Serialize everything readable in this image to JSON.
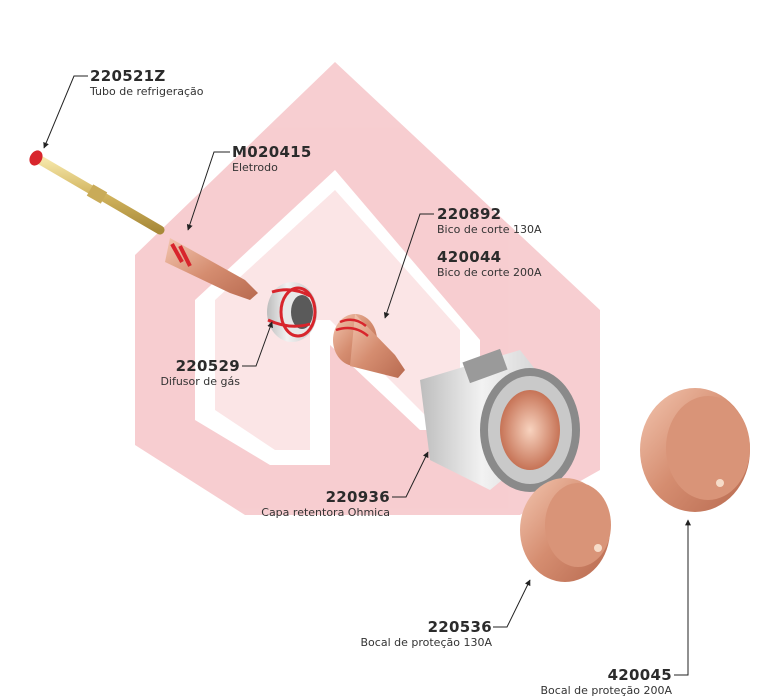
{
  "colors": {
    "watermark": "#f4b8bc",
    "copper": "#d9957a",
    "brass": "#d8c070",
    "seal": "#d8252c",
    "gray": "#d9d9d9"
  },
  "parts": [
    {
      "code": "220521Z",
      "description": "Tubo de refrigeração"
    },
    {
      "code": "M020415",
      "description": "Eletrodo"
    },
    {
      "code": "220892",
      "description": "Bico de corte 130A"
    },
    {
      "code": "420044",
      "description": "Bico de corte 200A"
    },
    {
      "code": "220529",
      "description": "Difusor de gás"
    },
    {
      "code": "220936",
      "description": "Capa retentora Ohmica"
    },
    {
      "code": "220536",
      "description": "Bocal de proteção 130A"
    },
    {
      "code": "420045",
      "description": "Bocal de proteção 200A"
    }
  ]
}
